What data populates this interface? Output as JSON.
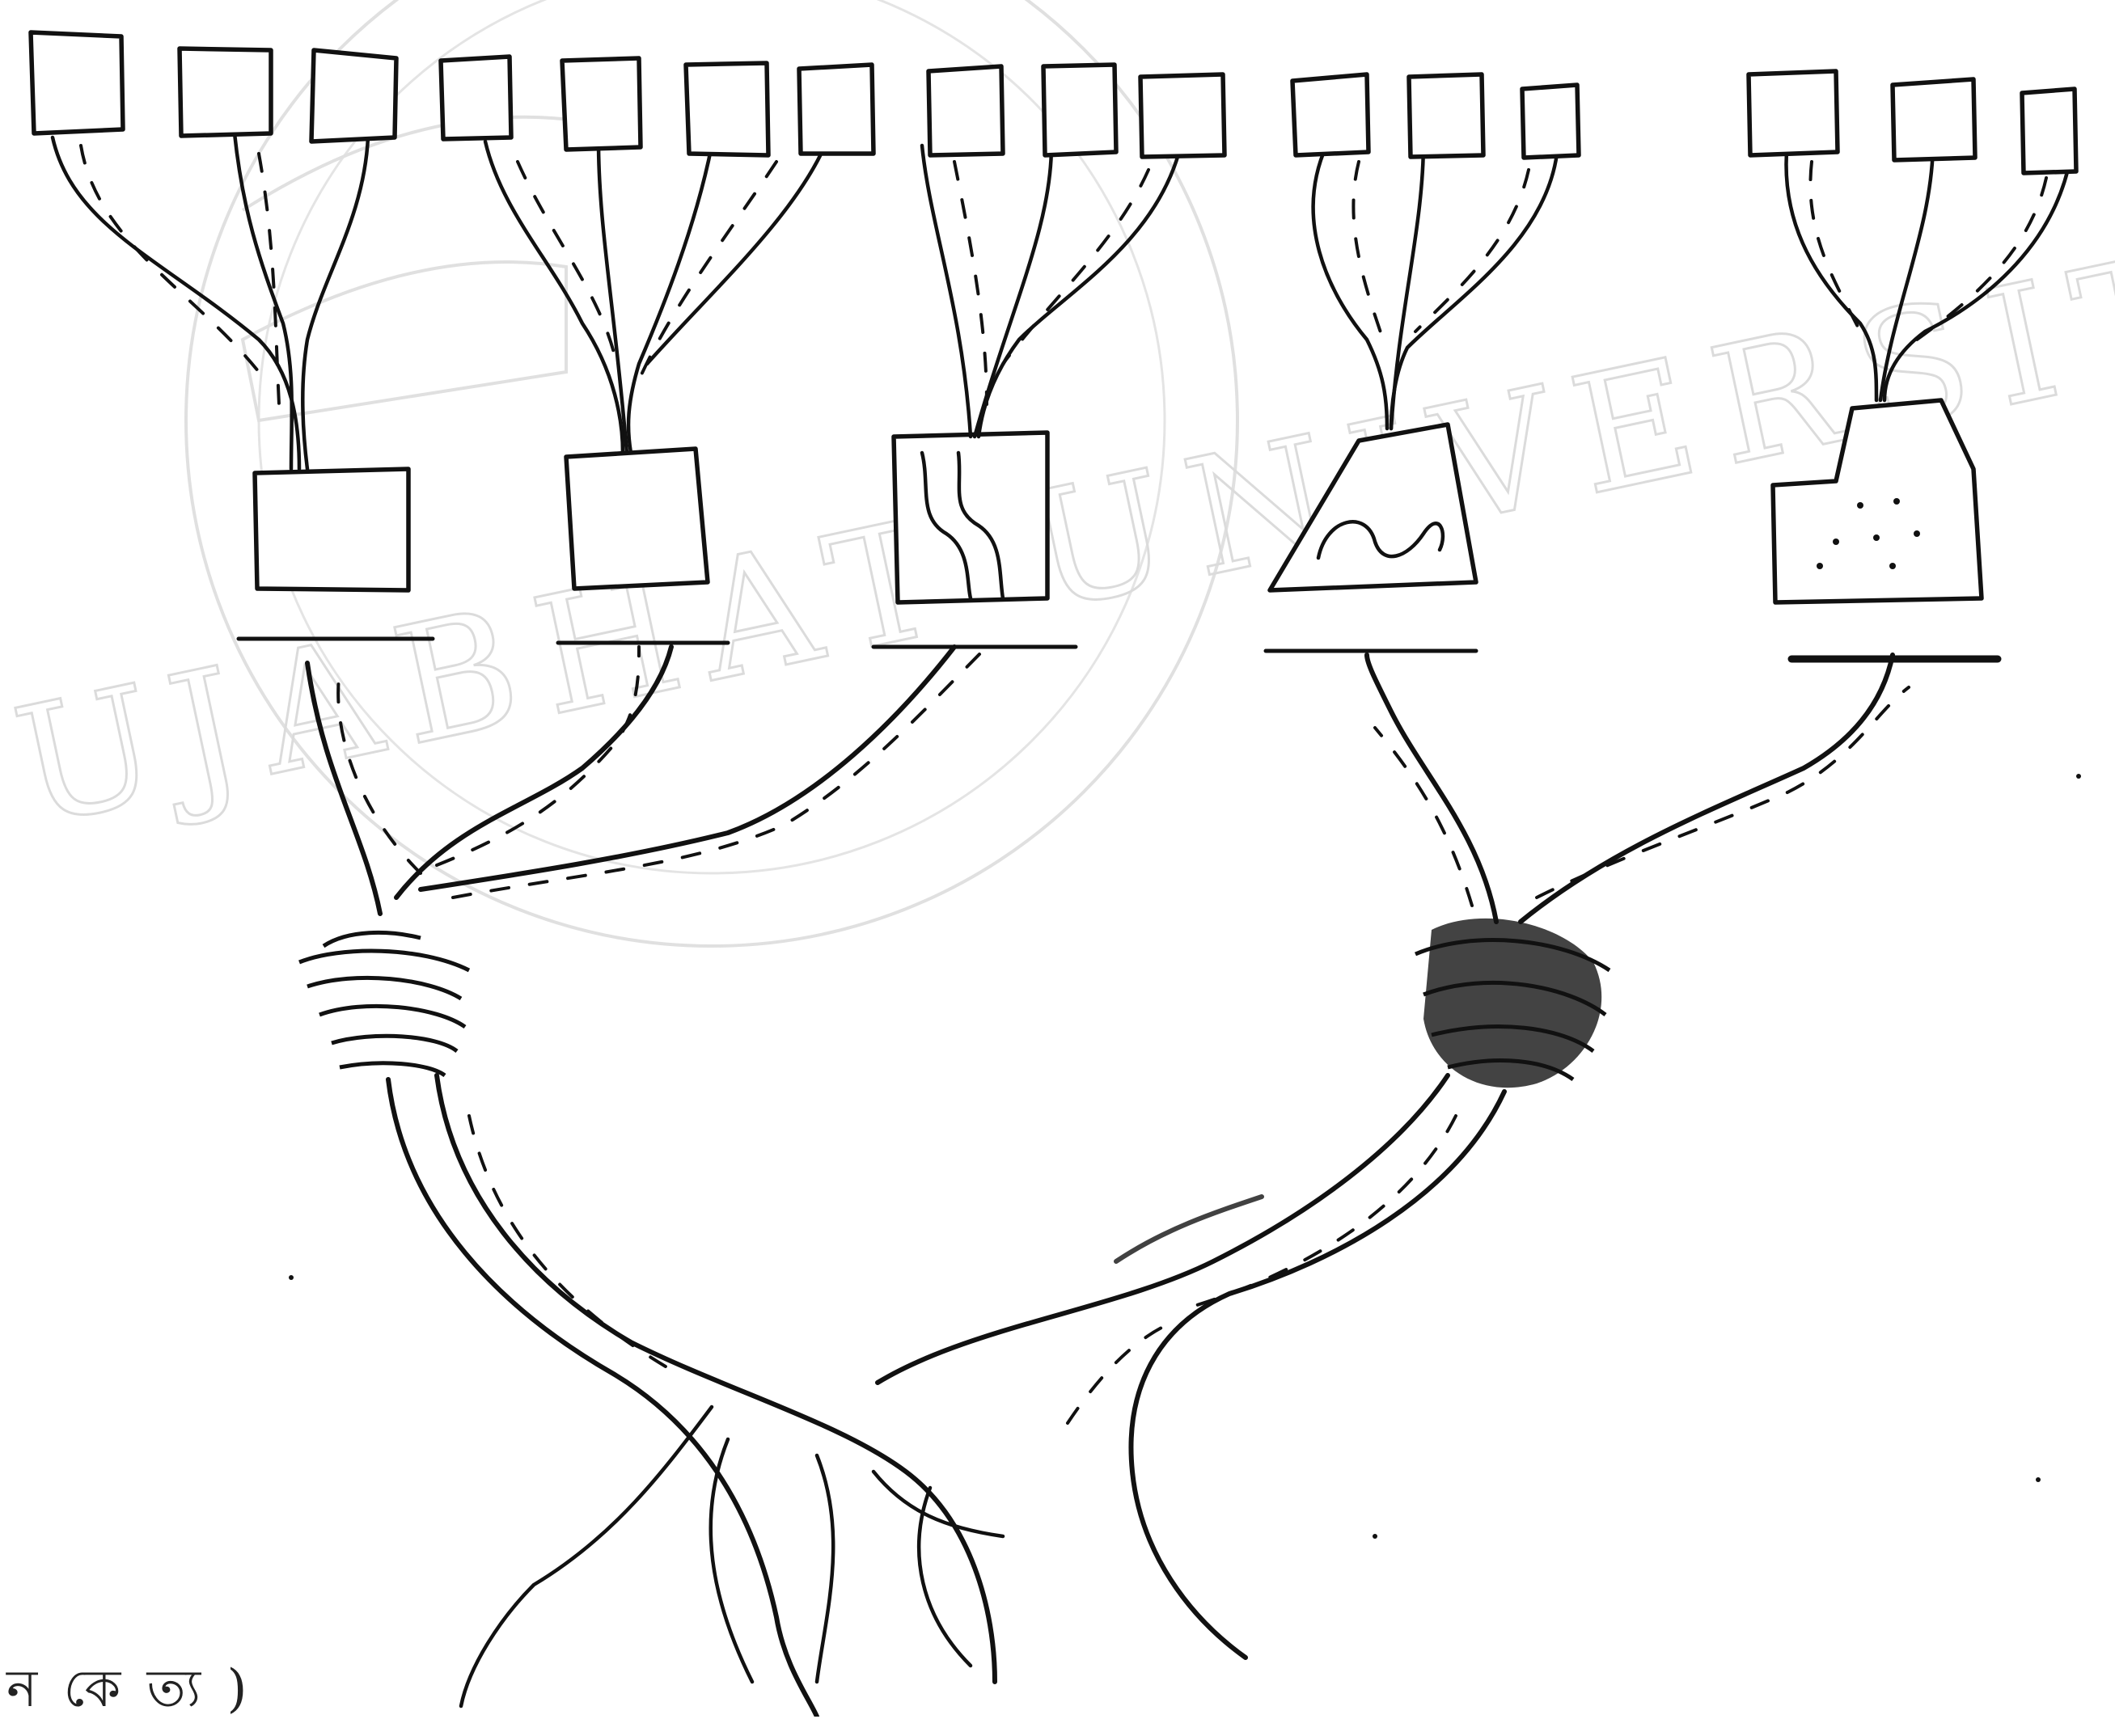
{
  "diagram": {
    "watermark_text": "UJABHAT UNIVERSITY",
    "footnote": "ন কে ত্য )",
    "root": {
      "name": "trunk",
      "children": [
        {
          "name": "left-branch",
          "children": [
            {
              "name": "plain-box-a",
              "symbol": "plain",
              "leaves": 3
            },
            {
              "name": "plain-box-b",
              "symbol": "plain",
              "leaves": 4
            },
            {
              "name": "river-box",
              "symbol": "river-lines",
              "leaves": 3
            }
          ]
        },
        {
          "name": "right-branch",
          "children": [
            {
              "name": "trapezoid-box",
              "symbol": "wavy-marks",
              "leaves": 3
            },
            {
              "name": "stepped-box",
              "symbol": "dotted",
              "leaves": 3
            }
          ]
        }
      ]
    }
  },
  "colors": {
    "ink": "#111111",
    "watermark": "#cfcfcf",
    "background": "#ffffff"
  }
}
